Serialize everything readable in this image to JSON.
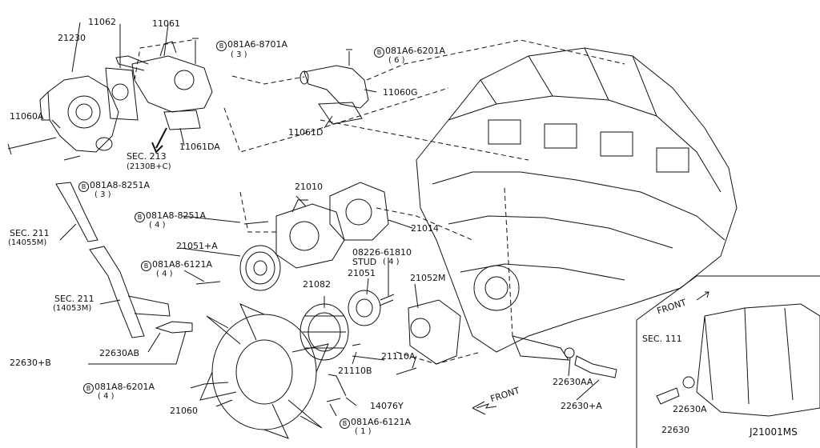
{
  "labels": {
    "p11062": "11062",
    "p11061": "11061",
    "p21230": "21230",
    "p11060A": "11060A",
    "p11061DA": "11061DA",
    "sec213": "SEC. 213",
    "sec213sub": "(2130B+C)",
    "bolt8701": "081A6-8701A",
    "bolt8701q": "( 3 )",
    "bolt6201": "081A6-6201A",
    "bolt6201q": "( 6 )",
    "p11060G": "11060G",
    "p11061D": "11061D",
    "bolt8251a": "081A8-8251A",
    "bolt8251aq": "( 3 )",
    "sec211a": "SEC. 211",
    "sec211asub": "(14055M)",
    "p21010": "21010",
    "bolt8251b": "081A8-8251A",
    "bolt8251bq": "( 4 )",
    "p21014": "21014",
    "p21051A": "21051+A",
    "bolt6121a": "081A8-6121A",
    "bolt6121aq": "( 4 )",
    "stud": "08226-61810",
    "studlbl": "STUD",
    "studq": "( 4 )",
    "sec211b": "SEC. 211",
    "sec211bsub": "(14053M)",
    "p21082": "21082",
    "p21051": "21051",
    "p21052M": "21052M",
    "p22630B": "22630+B",
    "p22630AB": "22630AB",
    "p21110A": "21110A",
    "p21110B": "21110B",
    "bolt6201a": "081A8-6201A",
    "bolt6201aq": "( 4 )",
    "p14076Y": "14076Y",
    "p21060": "21060",
    "bolt6121b": "081A6-6121A",
    "bolt6121bq": "( 1 )",
    "front1": "FRONT",
    "p22630AA": "22630AA",
    "p22630A_plus": "22630+A",
    "front2": "FRONT",
    "sec111": "SEC. 111",
    "p22630A": "22630A",
    "p22630": "22630",
    "diagram_id": "J21001MS",
    "bolt_prefix": "B"
  }
}
